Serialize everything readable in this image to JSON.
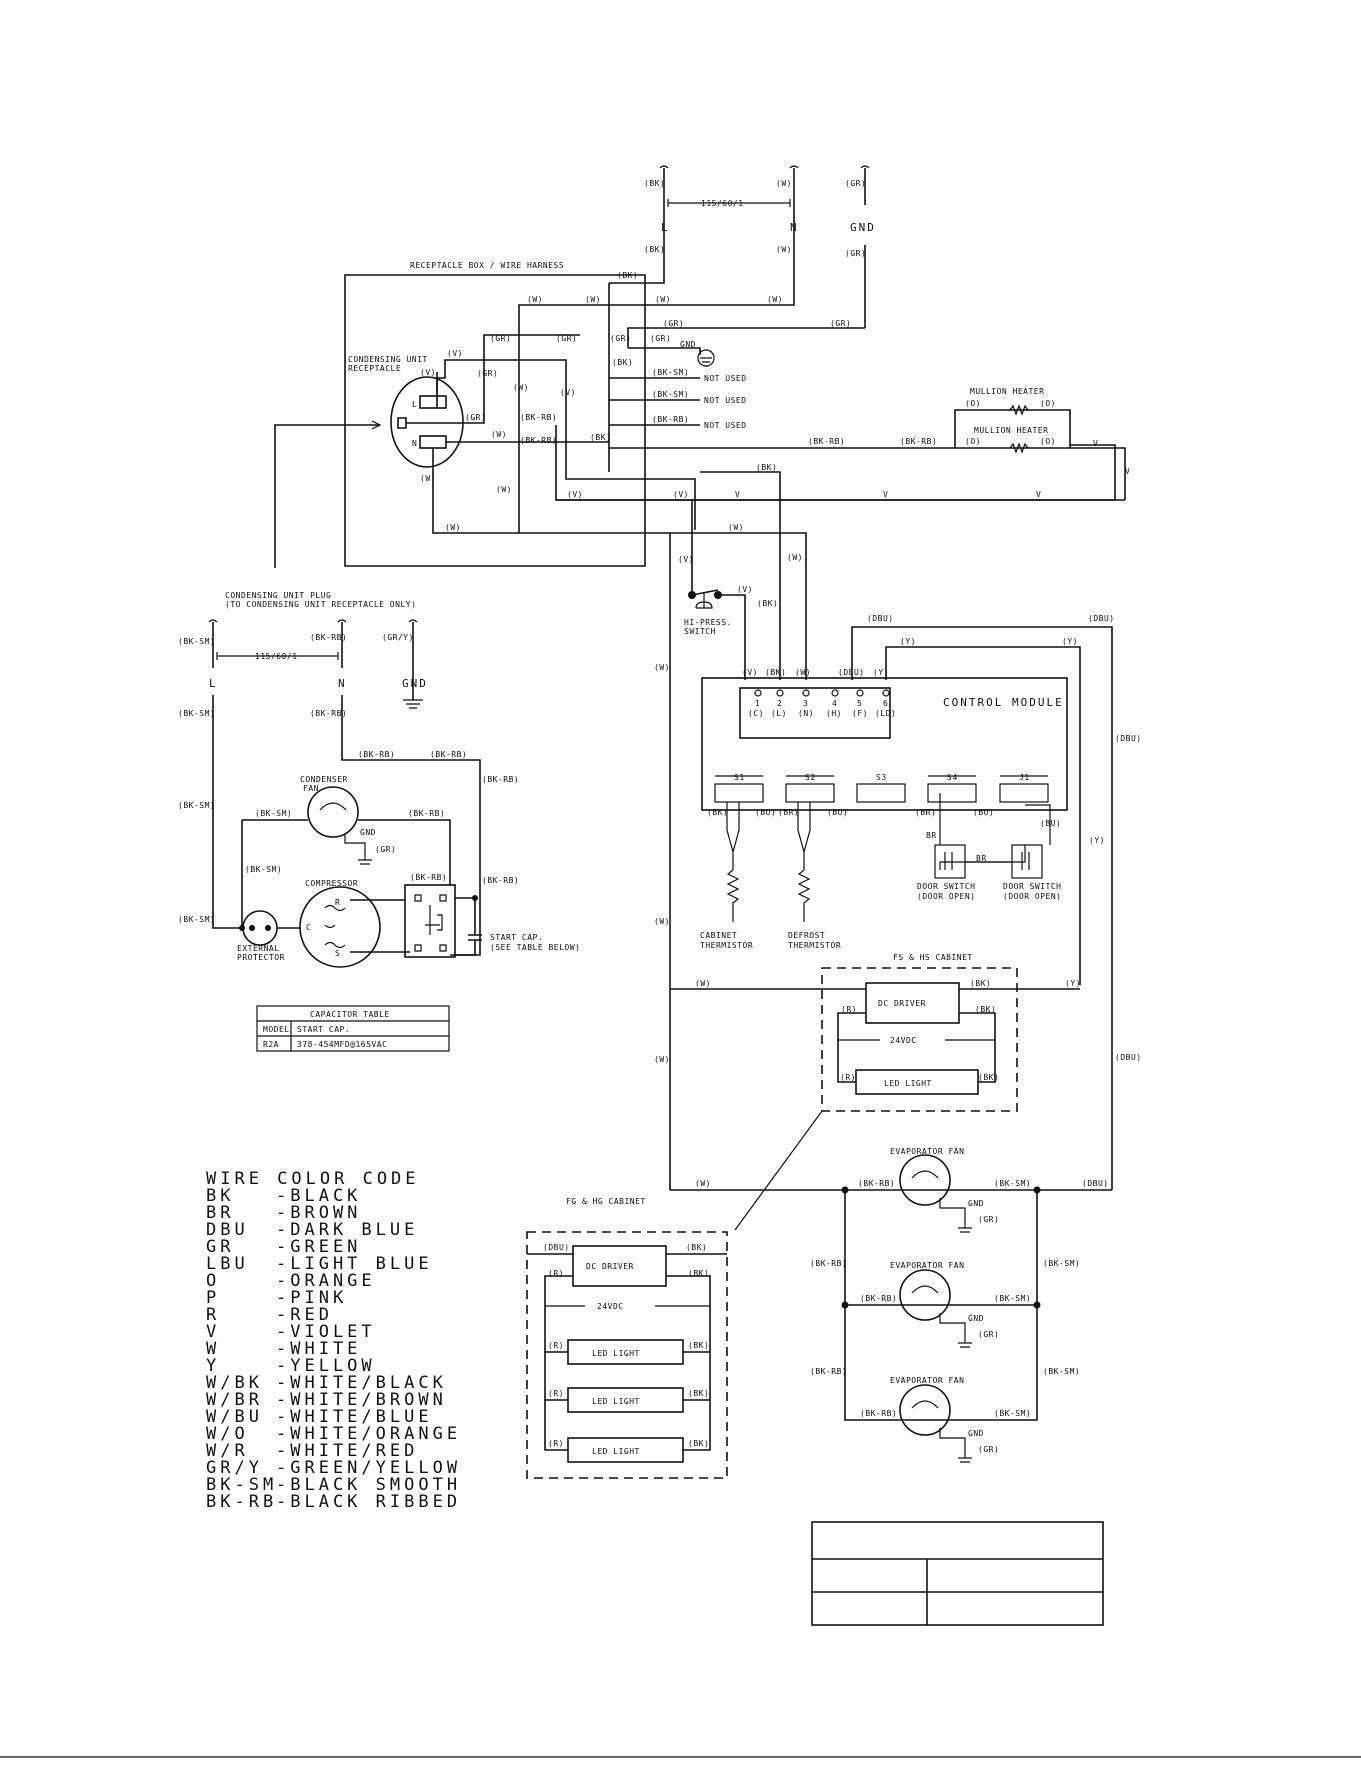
{
  "supply": {
    "voltage": "115/60/1",
    "l": "L",
    "n": "N",
    "gnd": "GND",
    "bk": "(BK)",
    "w": "(W)",
    "gr": "(GR)"
  },
  "harness": {
    "title": "RECEPTACLE BOX / WIRE HARNESS"
  },
  "wire_tags": {
    "bk": "(BK)",
    "w": "(W)",
    "gr": "(GR)",
    "v": "(V)",
    "y": "(Y)",
    "r": "(R)",
    "o": "(O)",
    "dbu": "(DBU)",
    "bkrb": "(BK-RB)",
    "bksm": "(BK-SM)",
    "gry": "(GR/Y)",
    "br": "(BR)",
    "bu": "(BU)",
    "v_plain": "V",
    "br_plain": "BR"
  },
  "receptacle": {
    "label1": "CONDENSING UNIT",
    "label2": "RECEPTACLE",
    "l": "L",
    "n": "N"
  },
  "ground": {
    "label": "GND"
  },
  "not_used": {
    "label": "NOT USED"
  },
  "mullion": {
    "label": "MULLION HEATER"
  },
  "pressure_switch": {
    "label1": "HI-PRESS.",
    "label2": "SWITCH"
  },
  "plug": {
    "label1": "CONDENSING UNIT PLUG",
    "label2": "(TO CONDENSING UNIT RECEPTACLE ONLY)"
  },
  "condensing": {
    "voltage": "115/60/1",
    "l": "L",
    "n": "N",
    "gnd": "GND",
    "fan1": "CONDENSER",
    "fan2": "FAN",
    "compressor": "COMPRESSOR",
    "r": "R",
    "c": "C",
    "s": "S",
    "protector1": "EXTERNAL",
    "protector2": "PROTECTOR",
    "cap1": "START CAP.",
    "cap2": "(SEE TABLE BELOW)"
  },
  "cap_table": {
    "title": "CAPACITOR TABLE",
    "h1": "MODEL",
    "h2": "START CAP.",
    "model": "R2A",
    "value": "378-454MFD@165VAC"
  },
  "control": {
    "title": "CONTROL MODULE",
    "pins": [
      "1",
      "2",
      "3",
      "4",
      "5",
      "6"
    ],
    "pin_labels": [
      "(C)",
      "(L)",
      "(N)",
      "(H)",
      "(F)",
      "(LD)"
    ],
    "sockets": [
      "S1",
      "S2",
      "S3",
      "S4",
      "J1"
    ]
  },
  "sensors": {
    "cab1": "CABINET",
    "cab2": "THERMISTOR",
    "def1": "DEFROST",
    "def2": "THERMISTOR",
    "door1": "DOOR SWITCH",
    "door_open": "(DOOR OPEN)"
  },
  "fs_cabinet": {
    "title": "FS & HS CABINET",
    "driver": "DC DRIVER",
    "volt": "24VDC",
    "light": "LED LIGHT"
  },
  "fg_cabinet": {
    "title": "FG & HG CABINET",
    "driver": "DC DRIVER",
    "volt": "24VDC",
    "light": "LED LIGHT"
  },
  "evap": {
    "label": "EVAPORATOR FAN",
    "gnd": "GND"
  },
  "legend": {
    "title": "WIRE COLOR CODE",
    "rows": [
      {
        "code": "BK",
        "name": "-BLACK"
      },
      {
        "code": "BR",
        "name": "-BROWN"
      },
      {
        "code": "DBU",
        "name": "-DARK BLUE"
      },
      {
        "code": "GR",
        "name": "-GREEN"
      },
      {
        "code": "LBU",
        "name": "-LIGHT BLUE"
      },
      {
        "code": "O",
        "name": "-ORANGE"
      },
      {
        "code": "P",
        "name": "-PINK"
      },
      {
        "code": "R",
        "name": "-RED"
      },
      {
        "code": "V",
        "name": "-VIOLET"
      },
      {
        "code": "W",
        "name": "-WHITE"
      },
      {
        "code": "Y",
        "name": "-YELLOW"
      },
      {
        "code": "W/BK",
        "name": "-WHITE/BLACK"
      },
      {
        "code": "W/BR",
        "name": "-WHITE/BROWN"
      },
      {
        "code": "W/BU",
        "name": "-WHITE/BLUE"
      },
      {
        "code": "W/O",
        "name": "-WHITE/ORANGE"
      },
      {
        "code": "W/R",
        "name": "-WHITE/RED"
      },
      {
        "code": "GR/Y",
        "name": "-GREEN/YELLOW"
      },
      {
        "code": "BK-SM",
        "name": "-BLACK SMOOTH"
      },
      {
        "code": "BK-RB",
        "name": "-BLACK RIBBED"
      }
    ]
  }
}
